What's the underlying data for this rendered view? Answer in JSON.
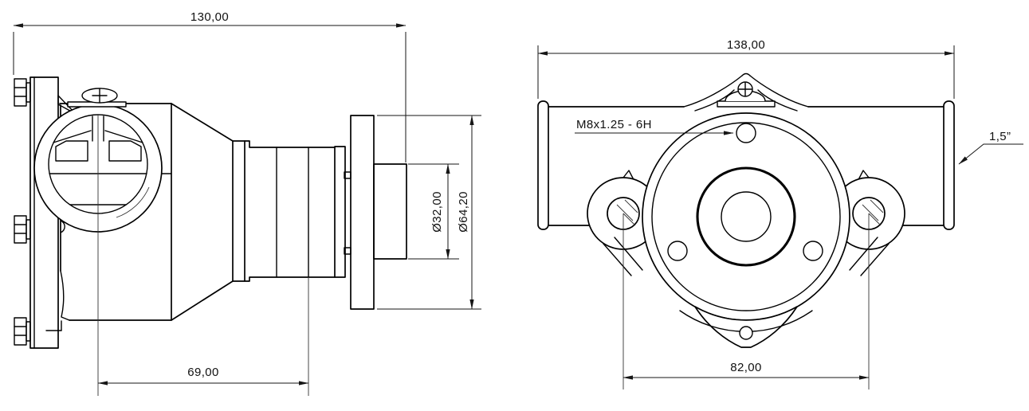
{
  "drawing": {
    "background": "#ffffff",
    "line_color": "#000000",
    "dim_color": "#161616",
    "side_view": {
      "overall_length": "130,00",
      "hub_offset": "69,00",
      "shaft_diameter": "Ø32,00",
      "flange_diameter": "Ø64,20"
    },
    "front_view": {
      "overall_width": "138,00",
      "mount_hole_spacing": "82,00",
      "thread_callout": "M8x1.25 - 6H",
      "port_size": "1,5”"
    }
  }
}
